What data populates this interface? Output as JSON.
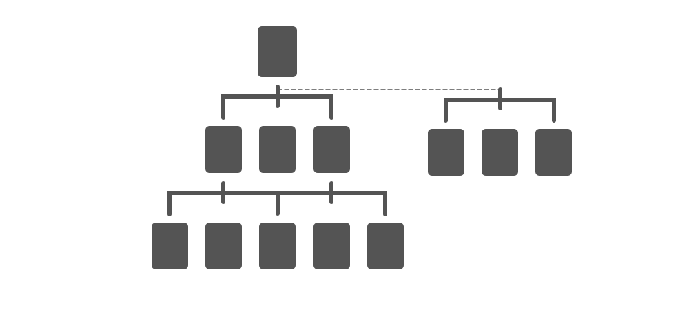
{
  "diagram": {
    "type": "hierarchy-chart",
    "colors": {
      "node_fill": "#545454",
      "connector": "#545454",
      "dashed_link": "#545454",
      "background": "#ffffff"
    },
    "nodes": [
      {
        "id": "root"
      },
      {
        "id": "level2-left"
      },
      {
        "id": "level2-center"
      },
      {
        "id": "level2-right"
      },
      {
        "id": "level3-1"
      },
      {
        "id": "level3-2"
      },
      {
        "id": "level3-3"
      },
      {
        "id": "level3-4"
      },
      {
        "id": "level3-5"
      },
      {
        "id": "side-group-left"
      },
      {
        "id": "side-group-center"
      },
      {
        "id": "side-group-right"
      }
    ],
    "solid_links": [
      {
        "from": "root",
        "to": [
          "level2-left",
          "level2-center",
          "level2-right"
        ]
      },
      {
        "from": [
          "level2-left",
          "level2-right"
        ],
        "to": [
          "level3-1",
          "level3-2",
          "level3-3",
          "level3-4",
          "level3-5"
        ]
      }
    ],
    "dashed_links": [
      {
        "from": "root",
        "to": "side-group"
      }
    ]
  }
}
